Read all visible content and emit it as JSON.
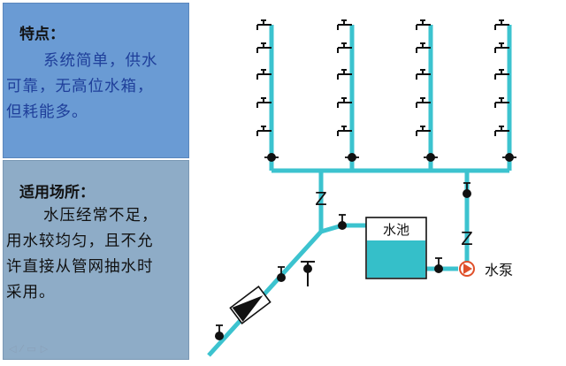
{
  "features": {
    "title": "特点：",
    "lines": [
      "系统简单，供水",
      "可靠，无高位水箱，",
      "但耗能多。"
    ]
  },
  "applicable": {
    "title": "适用场所：",
    "lines": [
      "水压经常不足，",
      "用水较均匀，且不允",
      "许直接从管网抽水时",
      "采用。"
    ]
  },
  "diagram": {
    "tank_label": "水池",
    "pump_label": "水泵",
    "check_valve_symbol": "Z"
  },
  "colors": {
    "pipe": "#3cc3cf",
    "water": "#35bfc9",
    "panel_top": "#6a9bd4",
    "panel_bottom": "#8eacc7",
    "text_blue": "#1f3f9a",
    "pump": "#e0502a"
  },
  "toolbar": {
    "icons": [
      "nav-prev-icon",
      "pen-icon",
      "slides-icon",
      "nav-next-icon"
    ]
  }
}
